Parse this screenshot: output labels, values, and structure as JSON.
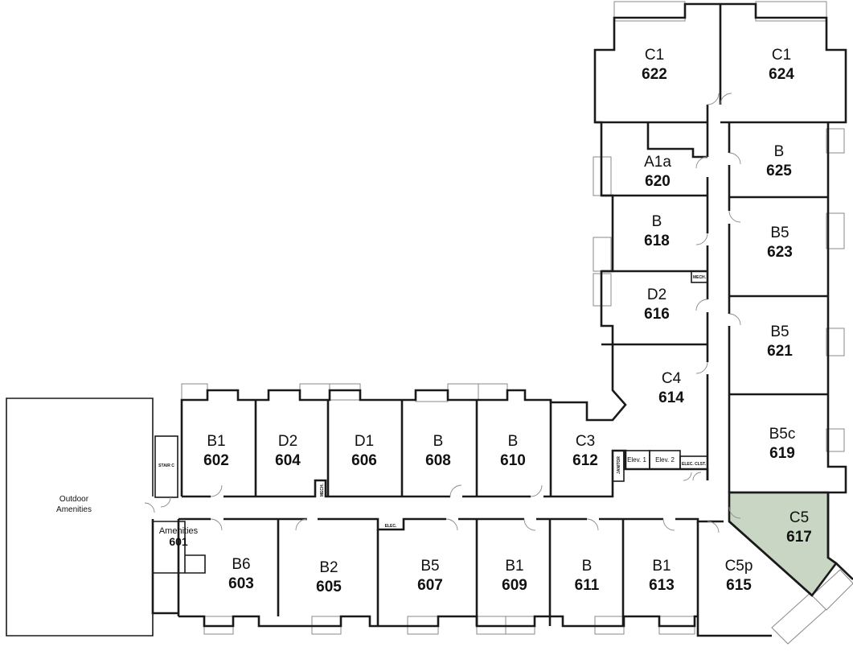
{
  "colors": {
    "highlight": "#c9d6c4",
    "wall": "#1a1a1a",
    "window": "#8a8a8a"
  },
  "units": {
    "u622": {
      "type": "C1",
      "num": "622"
    },
    "u624": {
      "type": "C1",
      "num": "624"
    },
    "u620": {
      "type": "A1a",
      "num": "620"
    },
    "u625": {
      "type": "B",
      "num": "625"
    },
    "u618": {
      "type": "B",
      "num": "618"
    },
    "u623": {
      "type": "B5",
      "num": "623"
    },
    "u616": {
      "type": "D2",
      "num": "616"
    },
    "u621": {
      "type": "B5",
      "num": "621"
    },
    "u614": {
      "type": "C4",
      "num": "614"
    },
    "u619": {
      "type": "B5c",
      "num": "619"
    },
    "u617": {
      "type": "C5",
      "num": "617",
      "highlighted": true
    },
    "u615": {
      "type": "C5p",
      "num": "615"
    },
    "u602": {
      "type": "B1",
      "num": "602"
    },
    "u604": {
      "type": "D2",
      "num": "604"
    },
    "u606": {
      "type": "D1",
      "num": "606"
    },
    "u608": {
      "type": "B",
      "num": "608"
    },
    "u610": {
      "type": "B",
      "num": "610"
    },
    "u612": {
      "type": "C3",
      "num": "612"
    },
    "u603": {
      "type": "B6",
      "num": "603"
    },
    "u605": {
      "type": "B2",
      "num": "605"
    },
    "u607": {
      "type": "B5",
      "num": "607"
    },
    "u609": {
      "type": "B1",
      "num": "609"
    },
    "u611": {
      "type": "B",
      "num": "611"
    },
    "u613": {
      "type": "B1",
      "num": "613"
    }
  },
  "amenities": {
    "type": "Amenities",
    "num": "601"
  },
  "outdoor": {
    "line1": "Outdoor",
    "line2": "Amenities"
  },
  "labels": {
    "stair": "STAIR C",
    "mech1": "MECH.",
    "mech2": "MECH.",
    "elec1": "ELEC.",
    "elec_closet": "ELEC. CLST.",
    "janitor": "JANITOR",
    "elev1": "Elev. 1",
    "elev2": "Elev. 2"
  }
}
